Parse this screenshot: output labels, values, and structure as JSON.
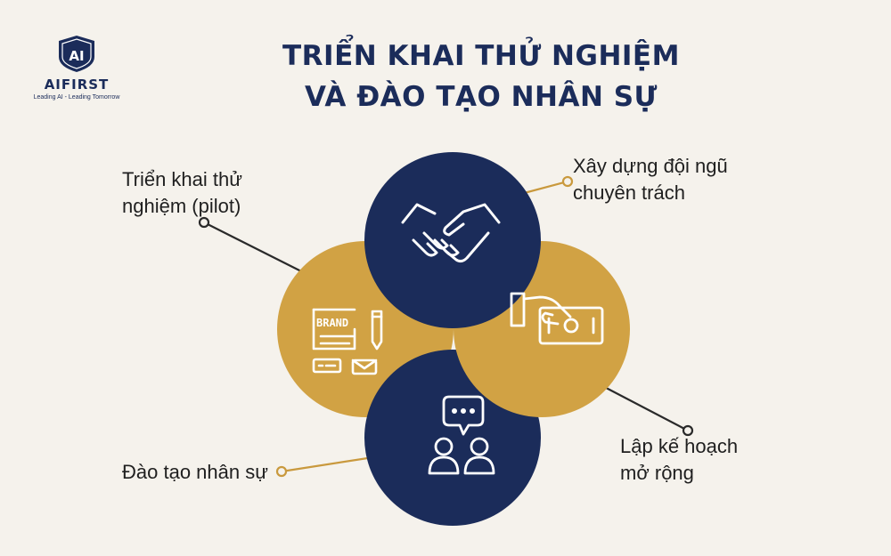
{
  "brand": {
    "logo_mark": "AI",
    "name": "AIFIRST",
    "tagline": "Leading AI - Leading Tomorrow"
  },
  "title": {
    "line1": "TRIỂN KHAI THỬ NGHIỆM",
    "line2": "VÀ ĐÀO TẠO NHÂN SỰ"
  },
  "steps": [
    {
      "line1": "Triển khai thử",
      "line2": "nghiệm (pilot)",
      "icon": "brand-document-icon",
      "circle_color": "#d1a244"
    },
    {
      "line1": "Xây dựng đội ngũ",
      "line2": "chuyên trách",
      "icon": "handshake-icon",
      "circle_color": "#1b2c5a"
    },
    {
      "line1": "Lập kế hoạch",
      "line2": "mở rộng",
      "icon": "hand-money-icon",
      "circle_color": "#d1a244"
    },
    {
      "line1": "Đào tạo nhân sự",
      "line2": "",
      "icon": "people-chat-icon",
      "circle_color": "#1b2c5a"
    }
  ],
  "icon_texts": {
    "brand": "BRAND"
  },
  "colors": {
    "navy": "#1b2c5a",
    "gold": "#d1a244",
    "background": "#f5f2ec"
  }
}
